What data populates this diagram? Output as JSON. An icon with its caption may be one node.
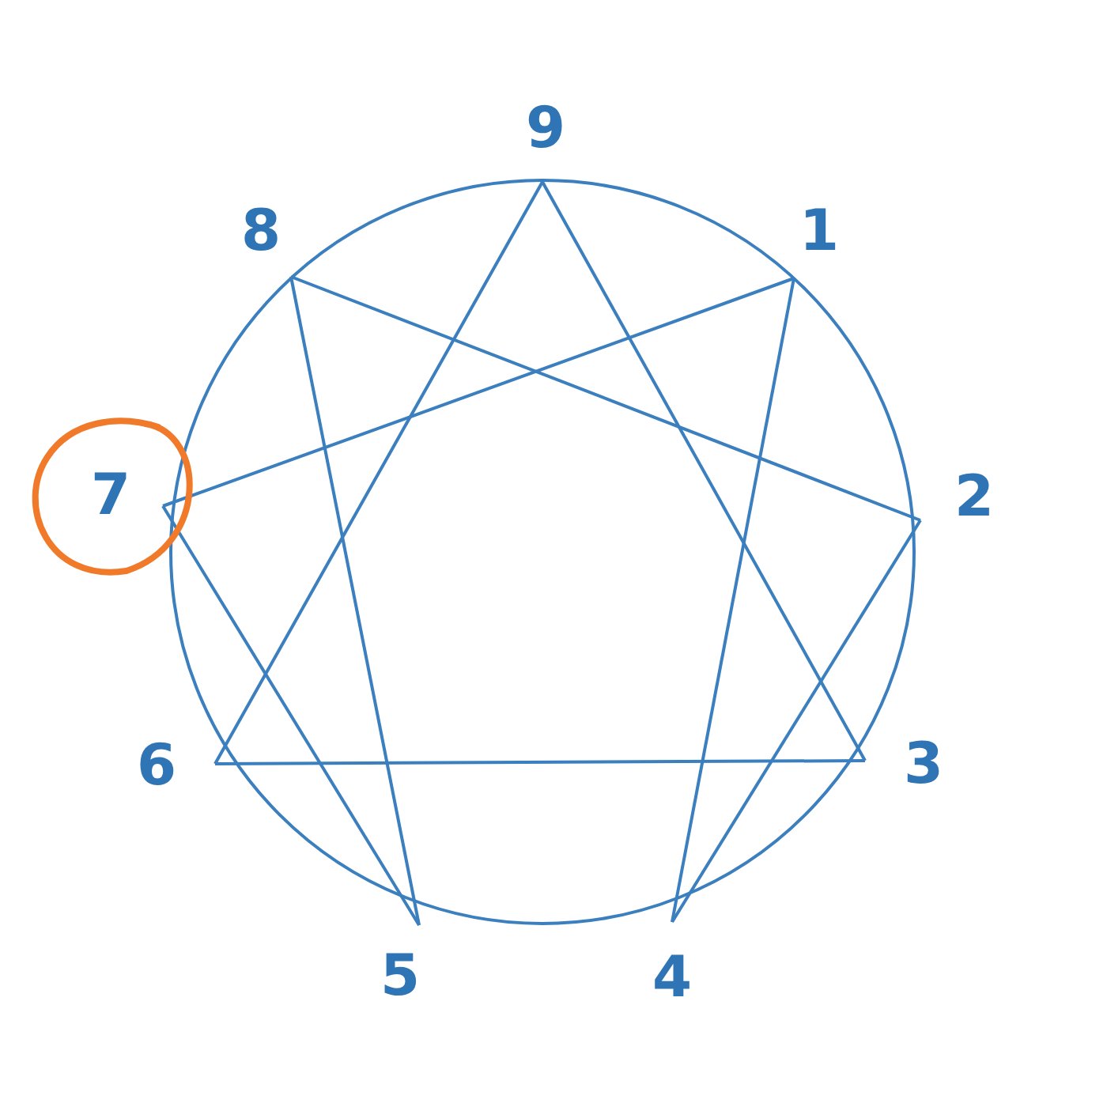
{
  "diagram": {
    "nodes": [
      {
        "text": [
          "9"
        ]
      },
      {
        "text": [
          "1"
        ]
      },
      {
        "text": [
          "2"
        ]
      },
      {
        "text": [
          "3"
        ]
      },
      {
        "text": [
          "4"
        ]
      },
      {
        "text": [
          "5"
        ]
      },
      {
        "text": [
          "6"
        ]
      },
      {
        "text": [
          "7"
        ]
      },
      {
        "text": [
          "8"
        ]
      }
    ],
    "edges": [
      {
        "from": 0,
        "to": 3,
        "arrow": "none"
      },
      {
        "from": 3,
        "to": 6,
        "arrow": "none"
      },
      {
        "from": 6,
        "to": 0,
        "arrow": "none"
      },
      {
        "from": 1,
        "to": 4,
        "arrow": "none"
      },
      {
        "from": 4,
        "to": 2,
        "arrow": "none"
      },
      {
        "from": 2,
        "to": 8,
        "arrow": "none"
      },
      {
        "from": 8,
        "to": 5,
        "arrow": "none"
      },
      {
        "from": 5,
        "to": 7,
        "arrow": "none"
      },
      {
        "from": 7,
        "to": 1,
        "arrow": "none"
      }
    ]
  }
}
